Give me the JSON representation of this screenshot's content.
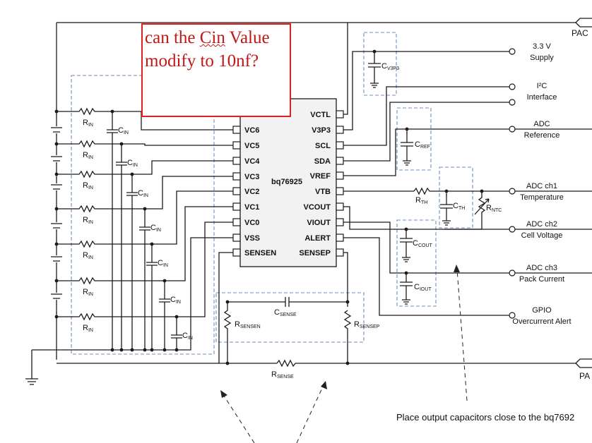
{
  "chip": {
    "name": "bq76925",
    "left_pins": [
      "VC6",
      "VC5",
      "VC4",
      "VC3",
      "VC2",
      "VC1",
      "VC0",
      "VSS",
      "SENSEN"
    ],
    "right_pins": [
      "VCTL",
      "V3P3",
      "SCL",
      "SDA",
      "VREF",
      "VTB",
      "VCOUT",
      "VIOUT",
      "ALERT",
      "SENSEP"
    ]
  },
  "outputs": [
    {
      "line1": "3.3 V",
      "line2": "Supply"
    },
    {
      "line1": "I²C",
      "line2": "Interface"
    },
    {
      "line1": "ADC",
      "line2": "Reference"
    },
    {
      "line1": "ADC ch1",
      "line2": "Temperature"
    },
    {
      "line1": "ADC ch2",
      "line2": "Cell Voltage"
    },
    {
      "line1": "ADC ch3",
      "line2": "Pack Current"
    },
    {
      "line1": "GPIO",
      "line2": "Overcurrent Alert"
    }
  ],
  "components": {
    "r_in": {
      "main": "R",
      "sub": "IN"
    },
    "c_in": {
      "main": "C",
      "sub": "IN"
    },
    "c_v3p3": {
      "main": "C",
      "sub": "V3P3"
    },
    "c_ref": {
      "main": "C",
      "sub": "REF"
    },
    "r_th": {
      "main": "R",
      "sub": "TH"
    },
    "c_th": {
      "main": "C",
      "sub": "TH"
    },
    "r_ntc": {
      "main": "R",
      "sub": "NTC"
    },
    "c_cout": {
      "main": "C",
      "sub": "COUT"
    },
    "c_iout": {
      "main": "C",
      "sub": "IOUT"
    },
    "c_sense": {
      "main": "C",
      "sub": "SENSE"
    },
    "r_sensen": {
      "main": "R",
      "sub": "SENSEN"
    },
    "r_sensep": {
      "main": "R",
      "sub": "SENSEP"
    },
    "r_sense": {
      "main": "R",
      "sub": "SENSE"
    }
  },
  "pack_labels": {
    "top": "PAC",
    "bottom": "PA"
  },
  "placement_note": "Place output capacitors close to the bq7692",
  "comment": {
    "line1_pre": "can  the ",
    "line1_word": "Cin",
    "line1_post": " Value",
    "line2": "modify  to 10nf?"
  },
  "colors": {
    "comment_border": "#e02020",
    "comment_text": "#c01818",
    "dashed_box": "#6f8fb8"
  }
}
